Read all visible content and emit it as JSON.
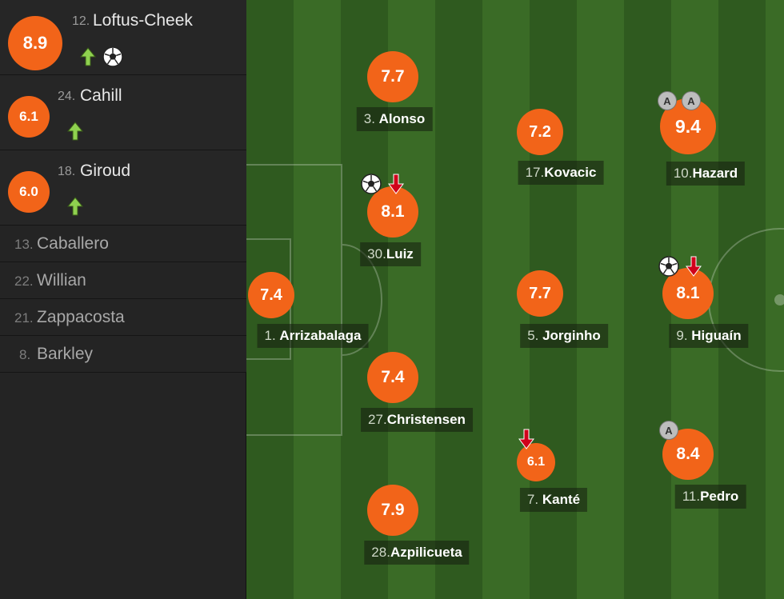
{
  "substitutes": [
    {
      "number": "12.",
      "name": "Loftus-Cheek",
      "rating": "8.9",
      "icons": [
        "sub-in-arrow-icon",
        "goal-ball-icon"
      ]
    },
    {
      "number": "24.",
      "name": "Cahill",
      "rating": "6.1",
      "icons": [
        "sub-in-arrow-icon"
      ]
    },
    {
      "number": "18.",
      "name": "Giroud",
      "rating": "6.0",
      "icons": [
        "sub-in-arrow-icon"
      ]
    }
  ],
  "bench": [
    {
      "number": "13.",
      "name": "Caballero"
    },
    {
      "number": "22.",
      "name": "Willian"
    },
    {
      "number": "21.",
      "name": "Zappacosta"
    },
    {
      "number": "8.",
      "name": "Barkley"
    }
  ],
  "players": [
    {
      "number": "1. ",
      "name": "Arrizabalaga",
      "rating": "7.4"
    },
    {
      "number": "3. ",
      "name": "Alonso",
      "rating": "7.7"
    },
    {
      "number": "30.",
      "name": "Luiz",
      "rating": "8.1"
    },
    {
      "number": "27.",
      "name": "Christensen",
      "rating": "7.4"
    },
    {
      "number": "28.",
      "name": "Azpilicueta",
      "rating": "7.9"
    },
    {
      "number": "17.",
      "name": "Kovacic",
      "rating": "7.2"
    },
    {
      "number": "5. ",
      "name": "Jorginho",
      "rating": "7.7"
    },
    {
      "number": "7. ",
      "name": "Kanté",
      "rating": "6.1"
    },
    {
      "number": "10.",
      "name": "Hazard",
      "rating": "9.4"
    },
    {
      "number": "9. ",
      "name": "Higuaín",
      "rating": "8.1"
    },
    {
      "number": "11.",
      "name": "Pedro",
      "rating": "8.4"
    }
  ],
  "event_icons": {
    "assist_letter": "A",
    "sub_in": "sub-in-arrow-icon",
    "sub_out": "sub-out-arrow-icon",
    "goal": "goal-ball-icon",
    "assist": "assist-icon"
  },
  "colors": {
    "rating_bg": "#f26419",
    "sub_in_arrow": "#8fd14f",
    "sub_out_arrow": "#d0021b",
    "pitch_dark": "#2f5a1f",
    "pitch_light": "#3a6b26"
  }
}
